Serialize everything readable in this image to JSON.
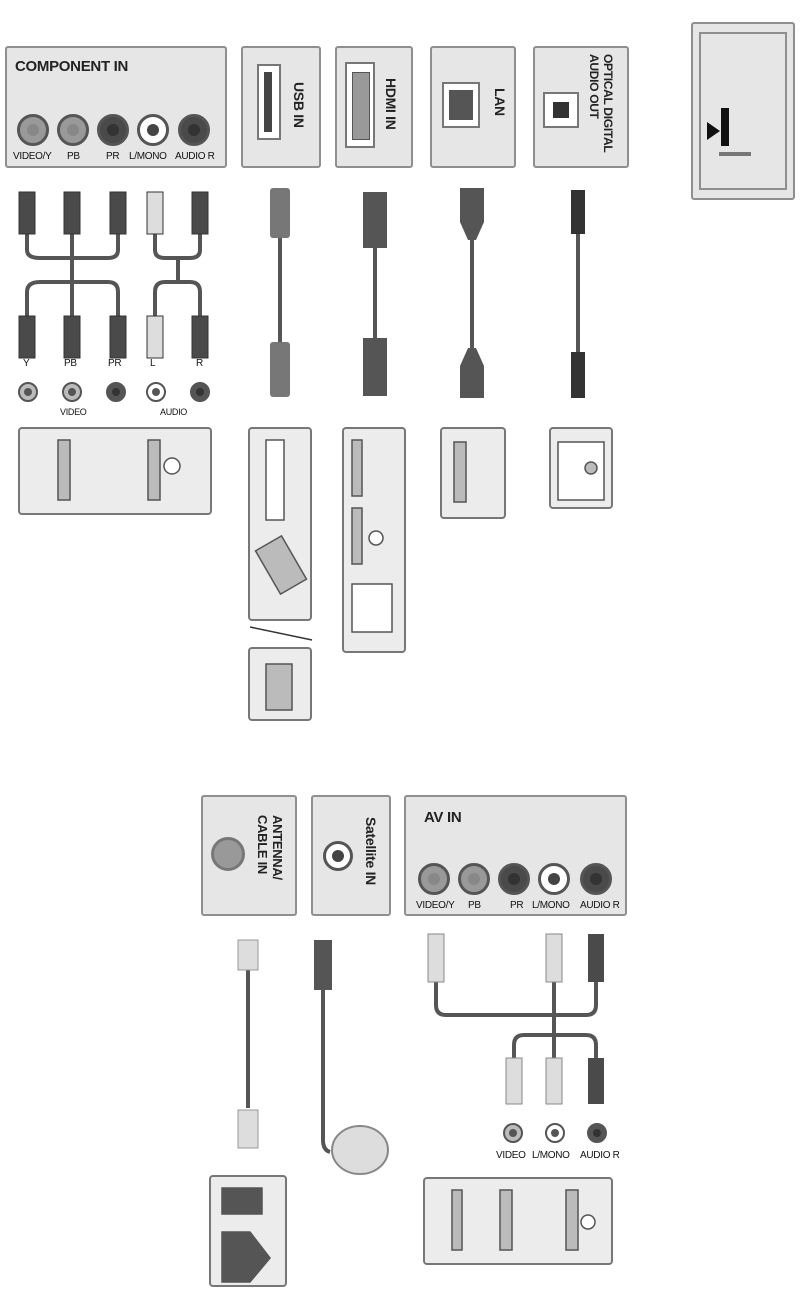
{
  "panels": {
    "component_in": {
      "title": "COMPONENT IN",
      "jacks": [
        "VIDEO/Y",
        "PB",
        "PR",
        "L/MONO",
        "AUDIO R"
      ]
    },
    "usb_in": {
      "title": "USB IN"
    },
    "hdmi_in": {
      "title": "HDMI IN"
    },
    "lan": {
      "title": "LAN"
    },
    "optical": {
      "title_line1": "OPTICAL DIGITAL",
      "title_line2": "AUDIO OUT"
    },
    "antenna": {
      "title_line1": "ANTENNA/",
      "title_line2": "CABLE IN"
    },
    "satellite": {
      "title": "Satellite IN"
    },
    "av_in": {
      "title": "AV IN",
      "jacks": [
        "VIDEO/Y",
        "PB",
        "PR",
        "L/MONO",
        "AUDIO R"
      ]
    }
  },
  "component_cable": {
    "plugs": [
      "Y",
      "PB",
      "PR",
      "L",
      "R"
    ],
    "video_group": "VIDEO",
    "audio_group": "AUDIO"
  },
  "av_cable": {
    "plugs": [
      "VIDEO",
      "L/MONO",
      "AUDIO R"
    ]
  },
  "colors": {
    "panel_bg": "#e6e6e6",
    "panel_border": "#8f8f8f",
    "cable": "#555555",
    "plug_dark": "#4a4a4a",
    "plug_light": "#dddddd"
  }
}
